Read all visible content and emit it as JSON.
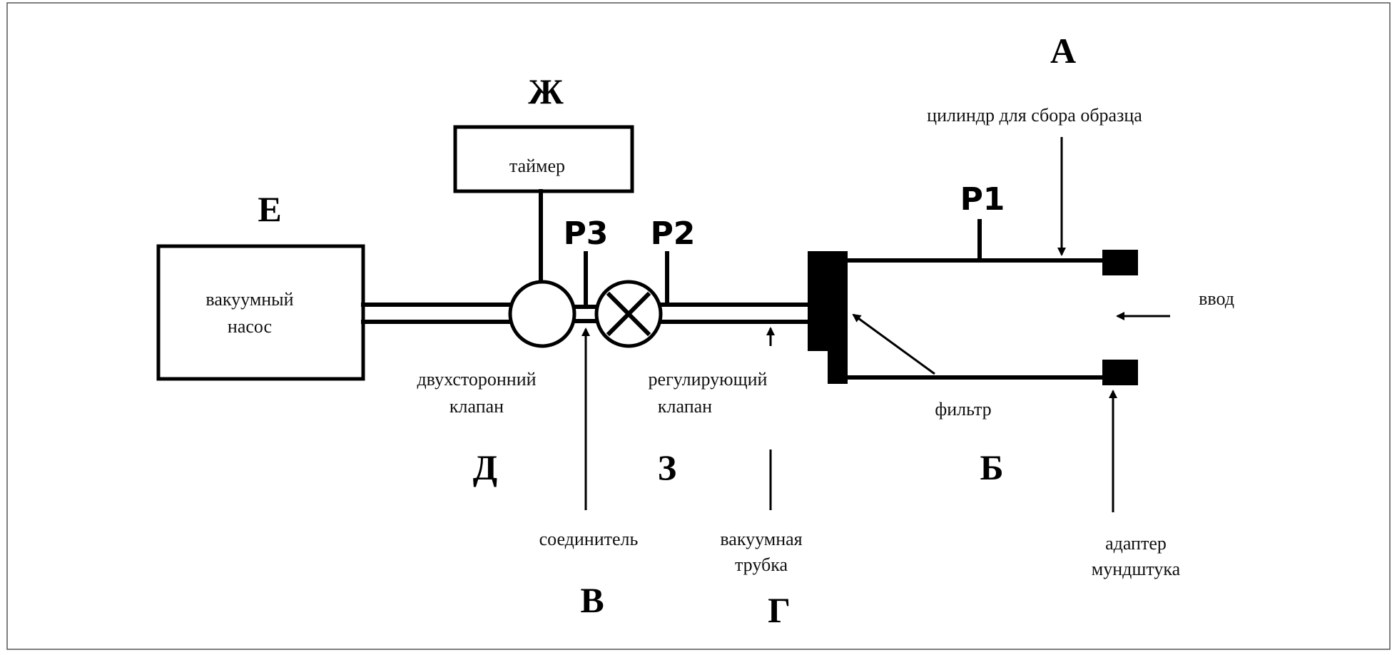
{
  "labels": {
    "A": "А",
    "A_desc": "цилиндр для сбора образца",
    "B": "Б",
    "B_desc": "фильтр",
    "V": "В",
    "V_desc": "соединитель",
    "G": "Г",
    "G_desc_1": "вакуумная",
    "G_desc_2": "трубка",
    "D": "Д",
    "D_desc_1": "двухсторонний",
    "D_desc_2": "клапан",
    "E": "Е",
    "E_desc_1": "вакуумный",
    "E_desc_2": "насос",
    "ZH": "Ж",
    "ZH_desc": "таймер",
    "Z": "З",
    "Z_desc_1": "регулирующий",
    "Z_desc_2": "клапан",
    "P1": "P1",
    "P2": "P2",
    "P3": "P3",
    "input": "ввод",
    "adapter_1": "адаптер",
    "adapter_2": "мундштука"
  }
}
